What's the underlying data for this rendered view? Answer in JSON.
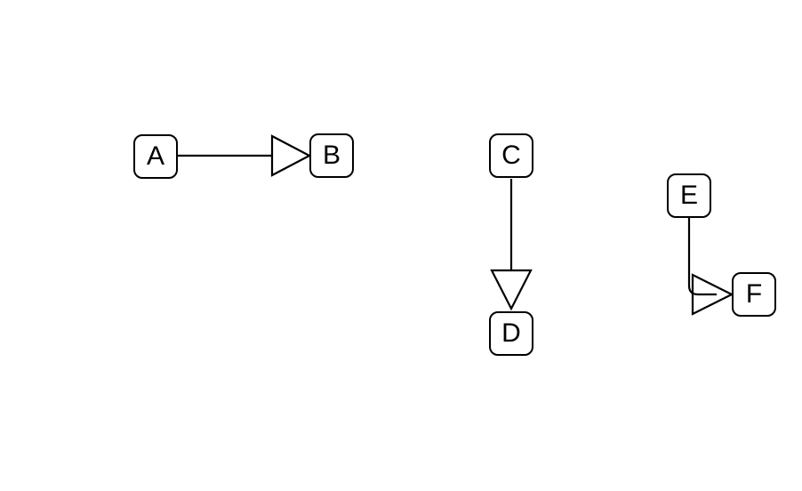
{
  "diagram": {
    "background_color": "#ffffff",
    "stroke_color": "#000000",
    "node_fill_color": "#ffffff",
    "nodes": [
      {
        "id": "A",
        "label": "A"
      },
      {
        "id": "B",
        "label": "B"
      },
      {
        "id": "C",
        "label": "C"
      },
      {
        "id": "D",
        "label": "D"
      },
      {
        "id": "E",
        "label": "E"
      },
      {
        "id": "F",
        "label": "F"
      }
    ],
    "edges": [
      {
        "from": "A",
        "to": "B",
        "arrowhead": "hollow-triangle",
        "route": "straight-right"
      },
      {
        "from": "C",
        "to": "D",
        "arrowhead": "hollow-triangle",
        "route": "straight-down"
      },
      {
        "from": "E",
        "to": "F",
        "arrowhead": "hollow-triangle",
        "route": "elbow-down-right"
      }
    ]
  }
}
